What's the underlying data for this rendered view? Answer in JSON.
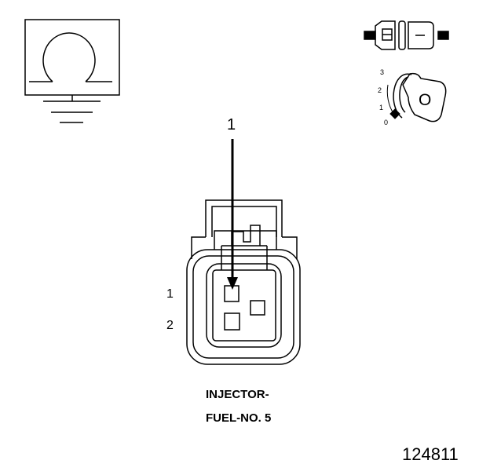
{
  "callout_number": "1",
  "pin_labels": [
    "1",
    "2"
  ],
  "component_title": [
    "INJECTOR-",
    "FUEL-NO. 5"
  ],
  "figure_number": "124811",
  "ignition_positions": [
    "3",
    "2",
    "1",
    "0"
  ],
  "key_mark": "O",
  "icons": {
    "ohmmeter": "ohm-symbol-icon",
    "ground": "ground-icon",
    "connector_disconnected": "connector-disconnected-icon",
    "ignition_key": "ignition-key-icon"
  },
  "colors": {
    "ink": "#000000",
    "background": "#ffffff"
  }
}
